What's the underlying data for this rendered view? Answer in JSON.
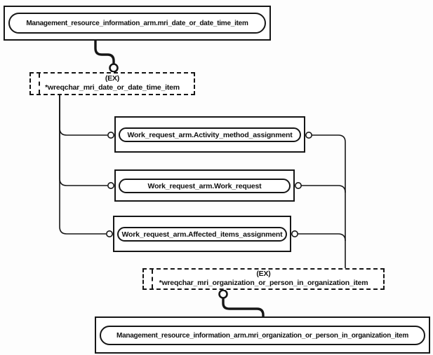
{
  "diagram": {
    "colors": {
      "stroke": "#161616",
      "background": "#fdfdfd",
      "node_fill": "#ffffff"
    },
    "nodes": {
      "top_entity": {
        "label": "Management_resource_information_arm.mri_date_or_date_time_item"
      },
      "upper_select": {
        "tag": "(EX)",
        "label": "*wreqchar_mri_date_or_date_time_item"
      },
      "activity_method": {
        "label": "Work_request_arm.Activity_method_assignment"
      },
      "work_request": {
        "label": "Work_request_arm.Work_request"
      },
      "affected_items": {
        "label": "Work_request_arm.Affected_items_assignment"
      },
      "lower_select": {
        "tag": "(EX)",
        "label": "*wreqchar_mri_organization_or_person_in_organization_item"
      },
      "bottom_entity": {
        "label": "Management_resource_information_arm.mri_organization_or_person_in_organization_item"
      }
    }
  }
}
